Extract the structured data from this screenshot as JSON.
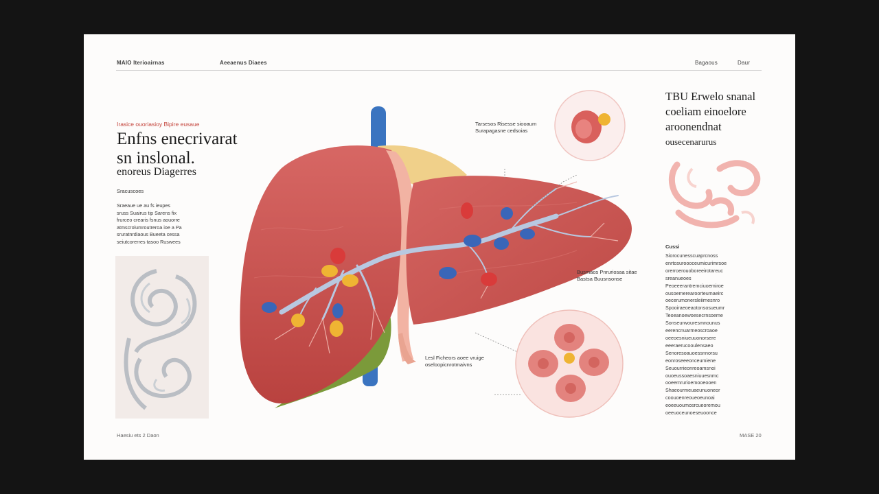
{
  "header": {
    "left_title": "MAIO Iterioairnas",
    "center_title": "Aeeaenus Diaees",
    "right_a": "Bagaous",
    "right_b": "Daur"
  },
  "left": {
    "kicker": "Irasice ouoriasioy Bipire eusaue",
    "title_line1": "Enfns enecrivarat",
    "title_line2": "sn inslonal.",
    "subtitle": "enoreus Diagerres",
    "byline": "Sracuscoes",
    "body_lines": [
      "Sraeaue ue au fs ieupes",
      "sruss Suairus tip Sarens fix",
      "frurceo crearis fsnus aouorre",
      "atmscrolumroutreroa ioe a Pa",
      "sruratnrdiaous Bueeta cessa",
      "seiutcorerres tasoo Ruswees"
    ]
  },
  "callouts": {
    "top": [
      "Tarsesos Risesse siooaum",
      "Surapagasne cedsoias"
    ],
    "right": [
      "Busmaos Pnruriosaa sitae",
      "Bastsa Buusnsonse"
    ],
    "bottom": [
      "Lesl Ficheors aoee vruige",
      "oseloopicnrotmaivns"
    ]
  },
  "right": {
    "title_lines": [
      "TBU Erwelo snanal",
      "coeliam einoelore",
      "aroonendnat",
      "ousecenarurus"
    ],
    "section_label": "Cussi",
    "body_lines": [
      "Siorocunesscuaprcnoss",
      "enrtosuroooceumicurimrsoe",
      "orerroerouoboreeirotareuc",
      "sreanueoes",
      "Peoeeerantremciuoemiroe",
      "ousoemerearoorteumaeirc",
      "oecerumonersleiirnesnro",
      "Spooiraeoeaotonsosueumr",
      "Teoeanoewoesecrnsoeme",
      "Sonseurwouresmnounus",
      "eerencnuarmeoscroaoe",
      "oeeoesniueuuonorsere",
      "eeeraerucooulensaeo",
      "Senoresoauoessnnorsu",
      "eonroseeeonceumiene",
      "Seuourrieonreoamsnoi",
      "ouoeussoaesniuuesnmc",
      "ooeemrurioemooeooen",
      "Shaeourmeuaeunuoneor",
      "coouoenreoueoeunoai",
      "eoeeuoumosrcueoremou",
      "oeeuoceunoeseuoonce"
    ]
  },
  "footer": {
    "left": "Haesiu ets 2 Daon",
    "right": "MASE 20"
  },
  "colors": {
    "liver_red": "#c8524e",
    "vein_blue": "#3a74c0",
    "gallbladder_green": "#7b9a3a",
    "ligament_yellow": "#f0d08a",
    "kicker_red": "#c4453c"
  }
}
